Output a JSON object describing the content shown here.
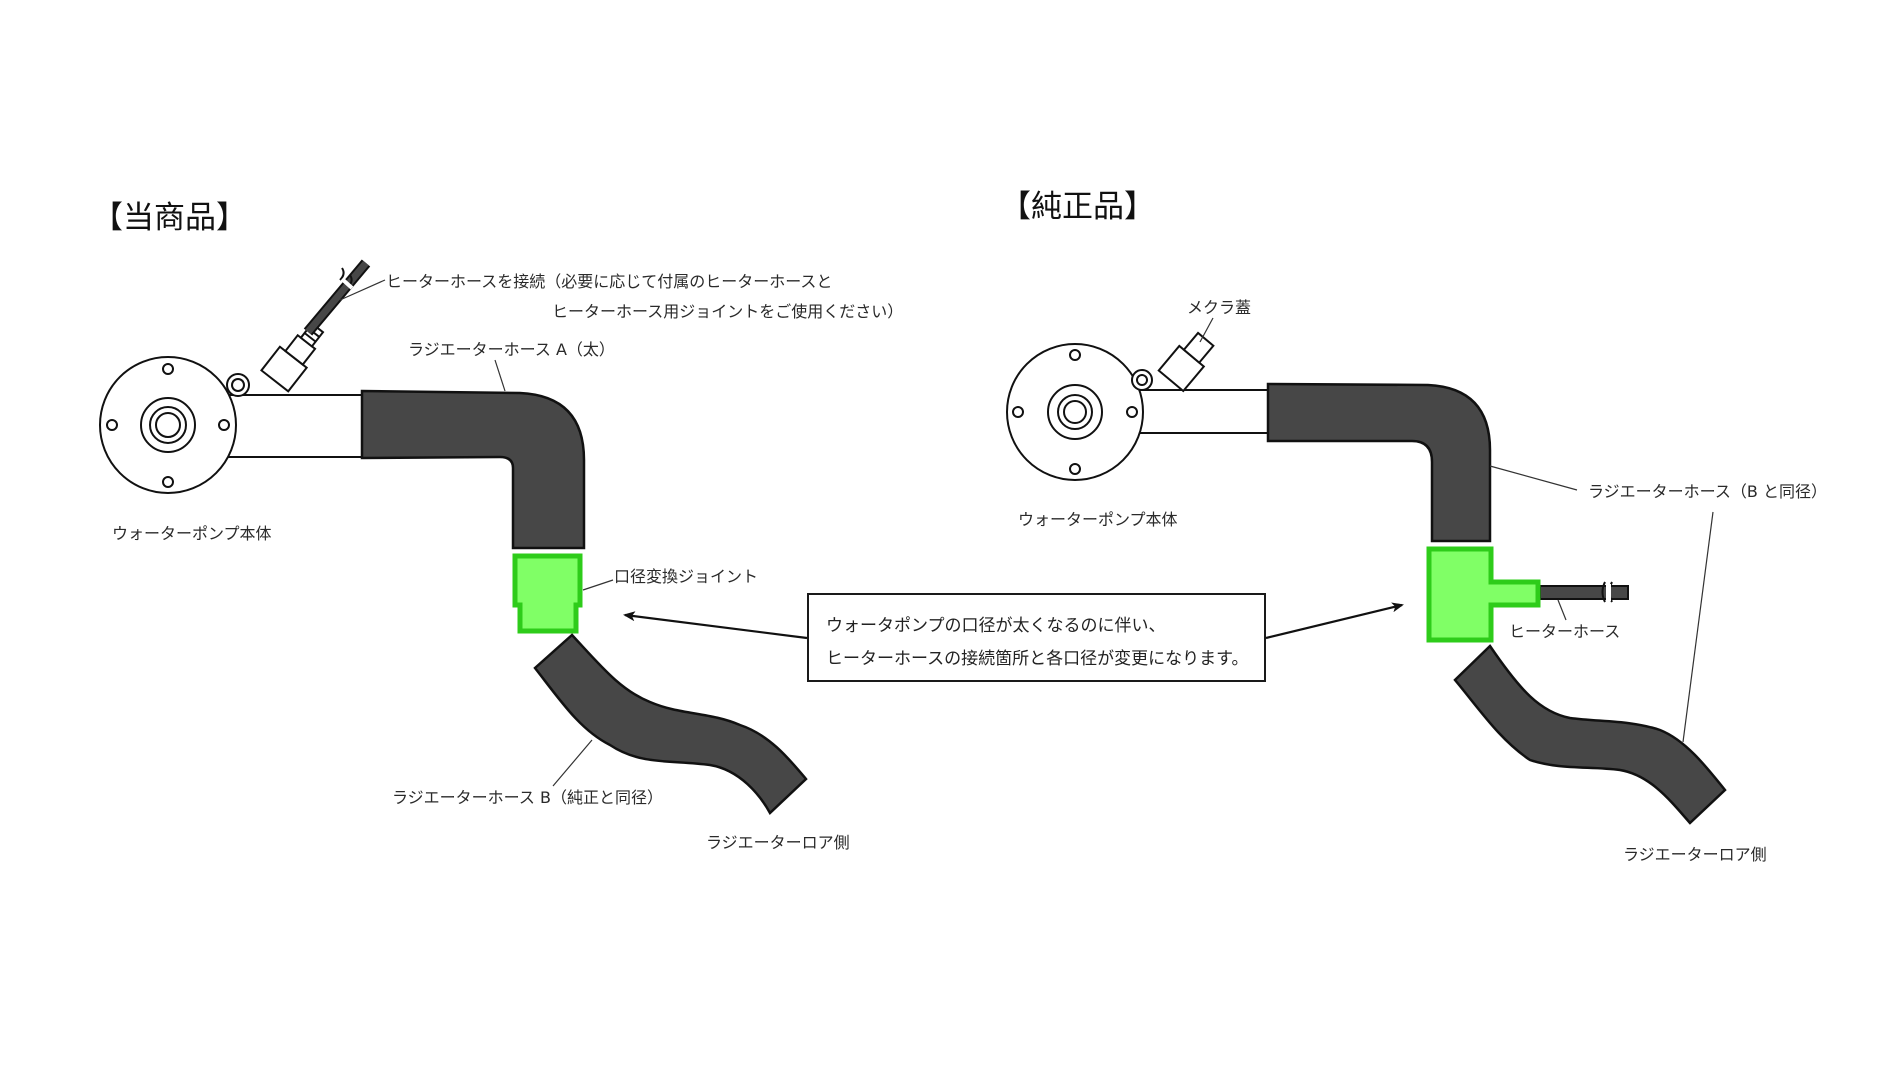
{
  "colors": {
    "hose": "#474747",
    "outline": "#111111",
    "joint_fill": "#80ff66",
    "joint_border": "#2ecc1a",
    "background": "#ffffff"
  },
  "left_panel": {
    "title": "【当商品】",
    "labels": {
      "heater_hose_note_line1": "ヒーターホースを接続（必要に応じて付属のヒーターホースと",
      "heater_hose_note_line2": "ヒーターホース用ジョイントをご使用ください）",
      "radiator_hose_a": "ラジエーターホース A（太）",
      "water_pump": "ウォーターポンプ本体",
      "reducer_joint": "口径変換ジョイント",
      "radiator_hose_b": "ラジエーターホース B（純正と同径）",
      "radiator_lower": "ラジエーターロア側"
    }
  },
  "right_panel": {
    "title": "【純正品】",
    "labels": {
      "blind_cap": "メクラ蓋",
      "water_pump": "ウォーターポンプ本体",
      "radiator_hose": "ラジエーターホース（B と同径）",
      "heater_hose": "ヒーターホース",
      "radiator_lower": "ラジエーターロア側"
    }
  },
  "callout": {
    "line1": "ウォータポンプの口径が太くなるのに伴い、",
    "line2": "ヒーターホースの接続箇所と各口径が変更になります。"
  }
}
